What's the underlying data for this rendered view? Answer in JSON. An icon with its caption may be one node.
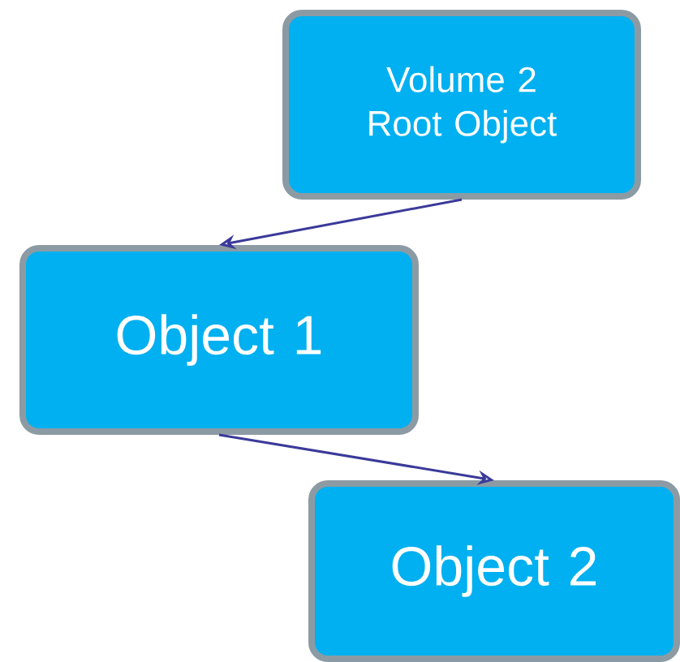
{
  "diagram": {
    "nodes": [
      {
        "text": [
          "Volume 2 Root Object"
        ]
      },
      {
        "text": [
          "Object 1"
        ]
      },
      {
        "text": [
          "Object 2"
        ]
      }
    ],
    "edges": [
      {
        "from": 0,
        "to": 1,
        "arrow": "to"
      },
      {
        "from": 1,
        "to": 2,
        "arrow": "to"
      }
    ]
  }
}
